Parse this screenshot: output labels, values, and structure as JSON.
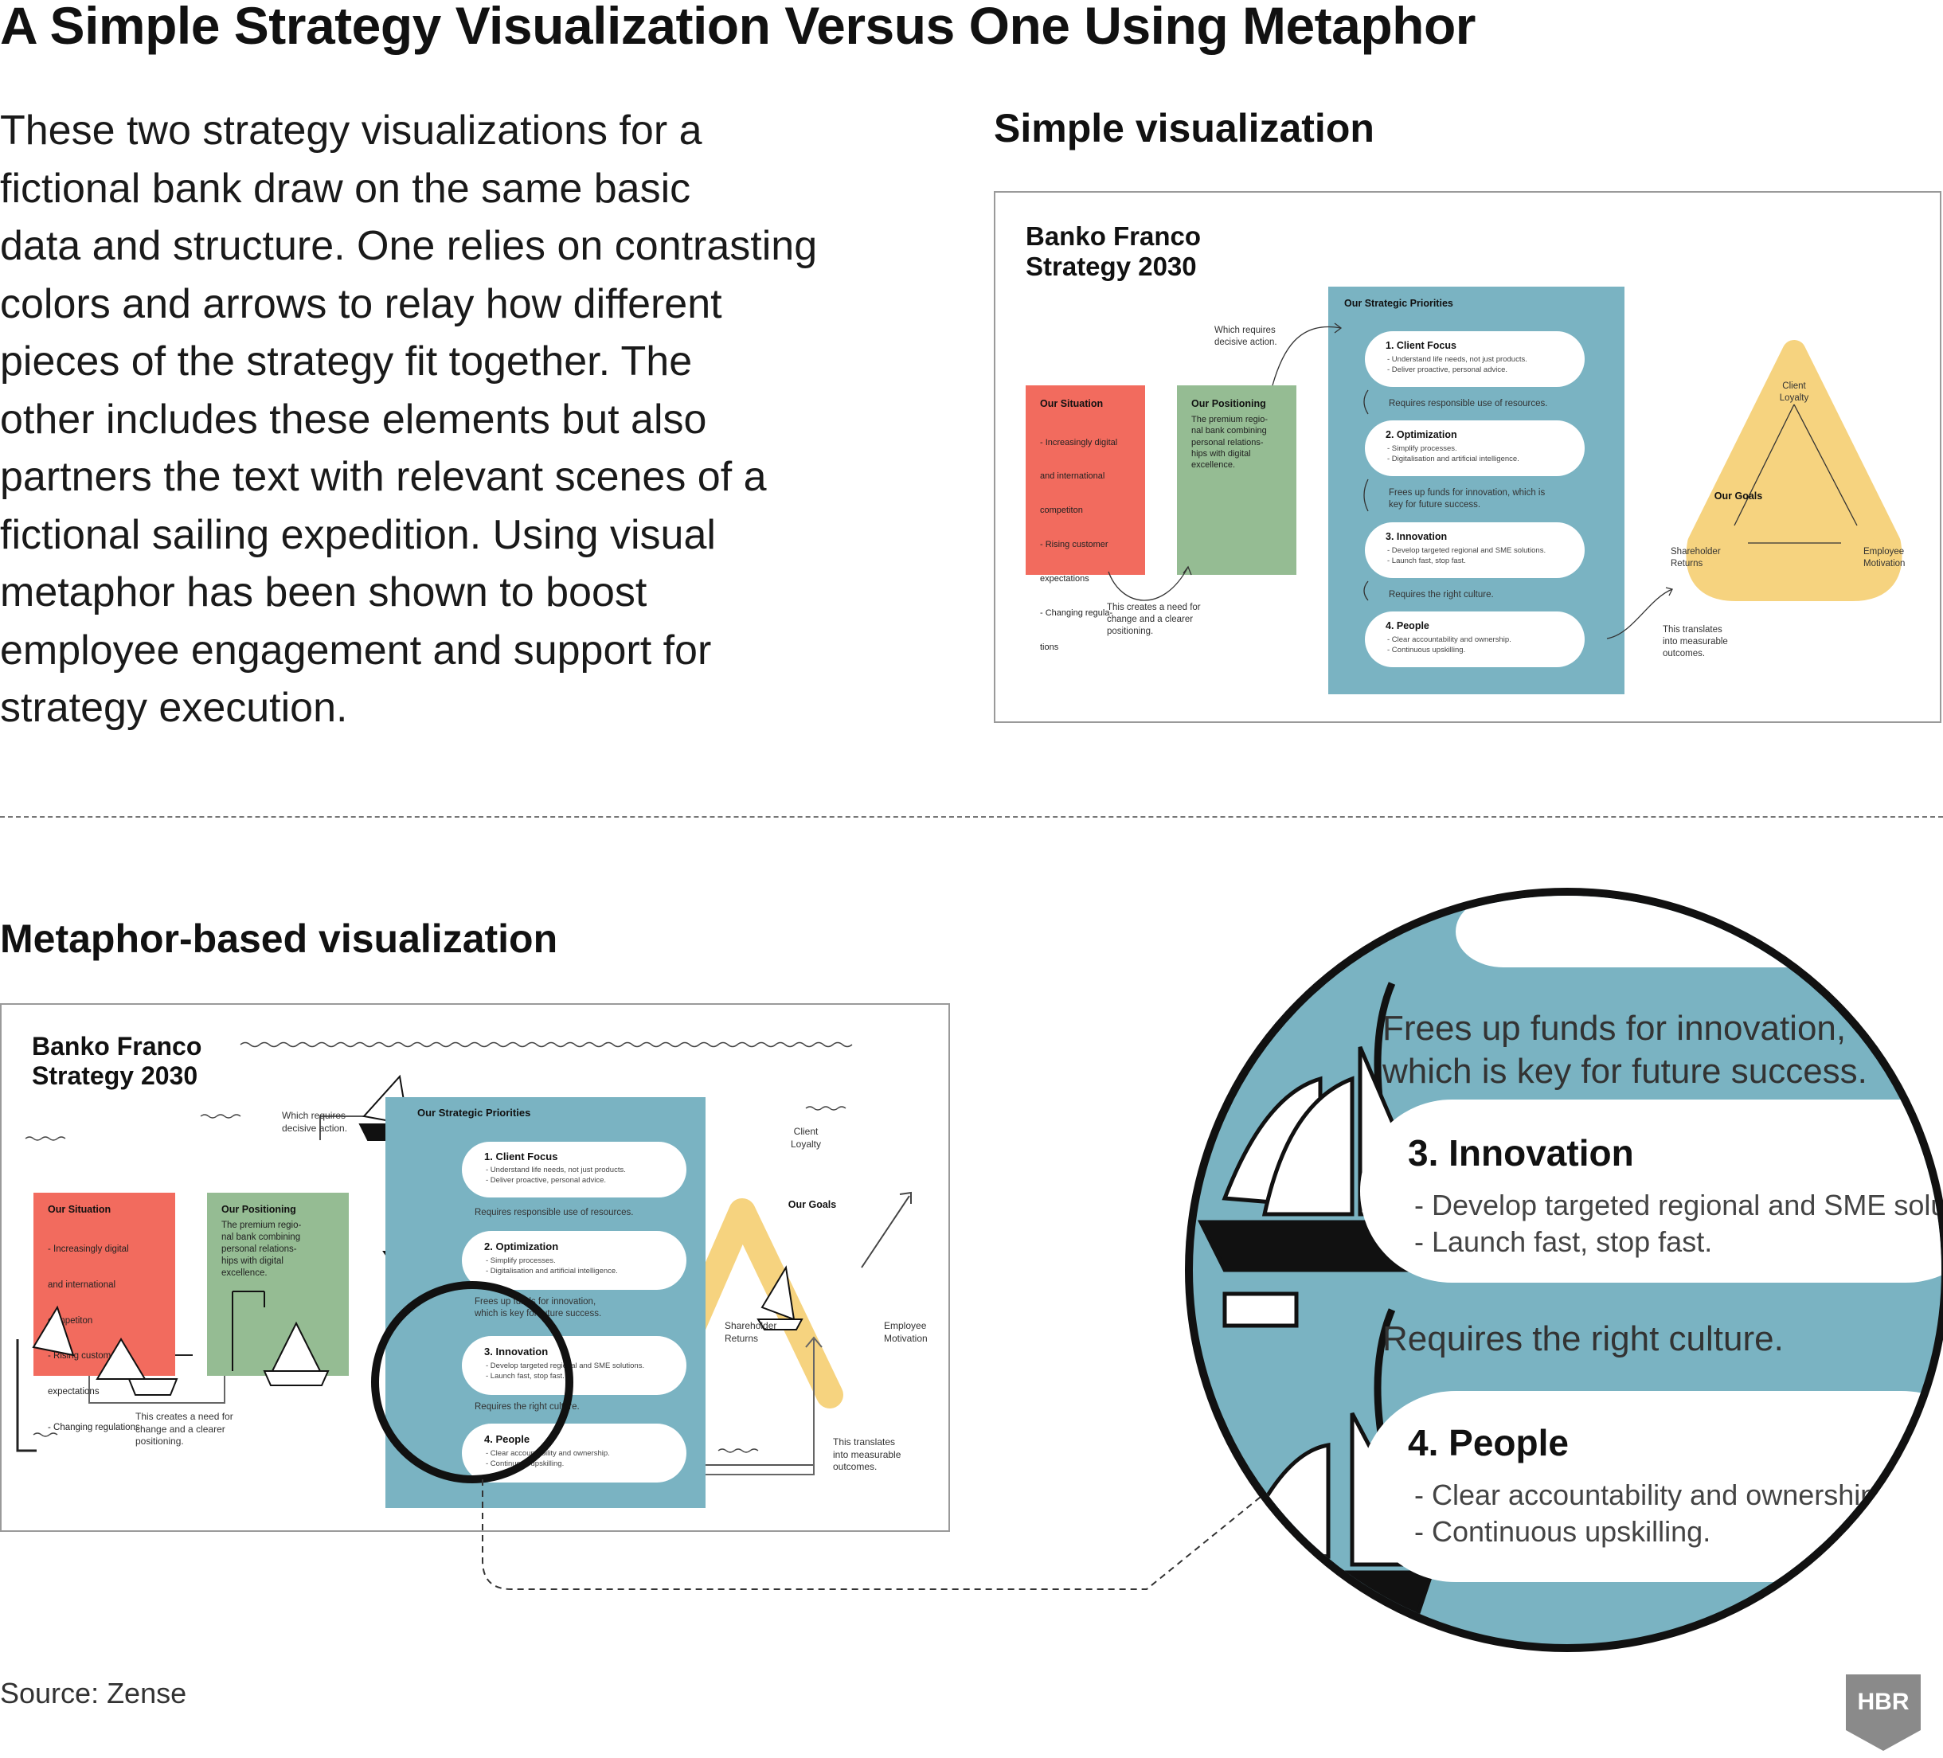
{
  "title": "A Simple Strategy Visualization Versus One Using Metaphor",
  "intro_lines": [
    "These two strategy visualizations for a",
    "fictional bank draw on the same basic",
    "data and structure. One relies on contrasting",
    "colors and arrows to relay how different",
    "pieces of the strategy fit together. The",
    "other includes these elements but also",
    "partners the text with relevant scenes of a",
    "fictional sailing expedition. Using visual",
    "metaphor has been shown to boost",
    "employee engagement and support for",
    "strategy execution."
  ],
  "simple_heading": "Simple visualization",
  "metaphor_heading": "Metaphor-based visualization",
  "source": "Source: Zense",
  "logo_text": "HBR",
  "colors": {
    "situation": "#f26b5e",
    "positioning": "#95bc93",
    "priorities": "#7ab3c2",
    "goals": "#f6d37f",
    "ocean_blue": "#7ab3c2"
  },
  "diagram": {
    "title_line1": "Banko Franco",
    "title_line2": "Strategy 2030",
    "situation": {
      "title": "Our Situation",
      "lines": [
        "- Increasingly digital",
        "  and international",
        "  competiton",
        "- Rising customer",
        "  expectations",
        "- Changing regula-",
        "  tions"
      ]
    },
    "positioning": {
      "title": "Our Positioning",
      "lines": [
        "The premium regio-",
        "nal bank combining",
        "personal relations-",
        "hips with digital",
        "excellence."
      ]
    },
    "meta_situation_lines": [
      "- Increasingly digital",
      "  and international",
      "  competiton",
      "- Rising customer",
      "  expectations",
      "- Changing regulations"
    ],
    "which_requires": [
      "Which requires",
      "decisive action."
    ],
    "creates_need": [
      "This creates a need for",
      "change and a clearer",
      "positioning."
    ],
    "priorities_title": "Our Strategic Priorities",
    "priorities": [
      {
        "title": "1. Client Focus",
        "lines": [
          "- Understand life needs, not just products.",
          "- Deliver proactive, personal advice."
        ]
      },
      {
        "title": "2. Optimization",
        "lines": [
          "- Simplify processes.",
          "- Digitalisation and artificial intelligence."
        ]
      },
      {
        "title": "3. Innovation",
        "lines": [
          "- Develop targeted regional and SME solutions.",
          "- Launch fast, stop fast."
        ]
      },
      {
        "title": "4. People",
        "lines": [
          "- Clear accountability and ownership.",
          "- Continuous upskilling."
        ]
      }
    ],
    "connectors": [
      [
        "Requires responsible use of resources."
      ],
      [
        "Frees up funds for innovation, which is",
        "key for future success."
      ],
      [
        "Requires the right culture."
      ]
    ],
    "meta_connector2": [
      "Frees up funds for innovation,",
      "which is key for future success."
    ],
    "translates": [
      "This translates",
      "into measurable",
      "outcomes."
    ],
    "goals": {
      "center": "Our Goals",
      "top": [
        "Client",
        "Loyalty"
      ],
      "left": [
        "Shareholder",
        "Returns"
      ],
      "right": [
        "Employee",
        "Motivation"
      ]
    }
  },
  "zoom": {
    "connector_lines": [
      "Frees up funds for innovation,",
      "which is key for future success."
    ],
    "innovation_title": "3. Innovation",
    "innovation_lines": [
      "- Develop targeted regional and SME solutions.",
      "- Launch fast, stop fast."
    ],
    "culture": "Requires the right culture.",
    "people_title": "4. People",
    "people_lines": [
      "- Clear accountability and ownership.",
      "- Continuous upskilling."
    ]
  }
}
